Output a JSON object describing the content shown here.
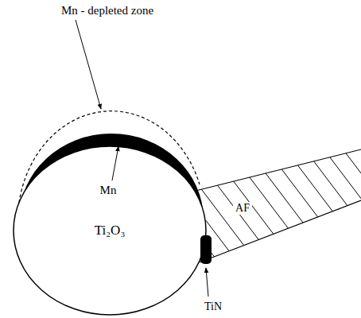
{
  "diagram": {
    "nodes": [
      {
        "text": [
          "Ti₂O₃"
        ]
      },
      {
        "text": [
          "AF"
        ]
      }
    ],
    "labels": [
      "Mn - depleted zone",
      "Mn",
      "TiN"
    ]
  }
}
